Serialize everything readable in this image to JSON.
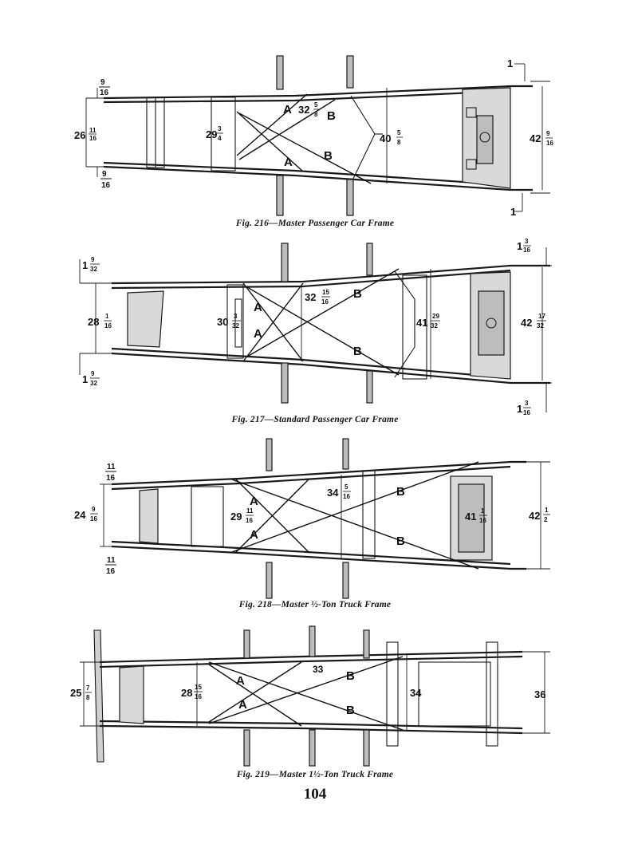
{
  "figures": [
    {
      "id": "fig216",
      "caption": "Fig. 216—Master Passenger Car Frame",
      "dims": {
        "top_offset": {
          "whole": "",
          "num": "9",
          "den": "16"
        },
        "bottom_offset": {
          "whole": "",
          "num": "9",
          "den": "16"
        },
        "front_width": {
          "whole": "26",
          "num": "11",
          "den": "16"
        },
        "mid1": {
          "whole": "29",
          "num": "3",
          "den": "4"
        },
        "mid2": {
          "whole": "32",
          "num": "5",
          "den": "8"
        },
        "mid3": {
          "whole": "40",
          "num": "5",
          "den": "8"
        },
        "rear_width": {
          "whole": "42",
          "num": "9",
          "den": "16"
        },
        "rear_top": {
          "whole": "1",
          "num": "",
          "den": ""
        },
        "rear_bottom": {
          "whole": "1",
          "num": "",
          "den": ""
        }
      },
      "letters": [
        "A",
        "A",
        "B",
        "B"
      ]
    },
    {
      "id": "fig217",
      "caption": "Fig. 217—Standard Passenger Car Frame",
      "dims": {
        "top_offset": {
          "whole": "1",
          "num": "9",
          "den": "32"
        },
        "bottom_offset": {
          "whole": "1",
          "num": "9",
          "den": "32"
        },
        "front_width": {
          "whole": "28",
          "num": "1",
          "den": "16"
        },
        "mid1": {
          "whole": "30",
          "num": "3",
          "den": "32"
        },
        "mid2": {
          "whole": "32",
          "num": "15",
          "den": "16"
        },
        "mid3": {
          "whole": "41",
          "num": "29",
          "den": "32"
        },
        "rear_width": {
          "whole": "42",
          "num": "17",
          "den": "32"
        },
        "rear_top": {
          "whole": "1",
          "num": "3",
          "den": "16"
        },
        "rear_bottom": {
          "whole": "1",
          "num": "3",
          "den": "16"
        }
      },
      "letters": [
        "A",
        "A",
        "B",
        "B"
      ]
    },
    {
      "id": "fig218",
      "caption": "Fig. 218—Master ½-Ton Truck Frame",
      "dims": {
        "top_offset": {
          "whole": "",
          "num": "11",
          "den": "16"
        },
        "bottom_offset": {
          "whole": "",
          "num": "11",
          "den": "16"
        },
        "front_width": {
          "whole": "24",
          "num": "9",
          "den": "16"
        },
        "mid1": {
          "whole": "29",
          "num": "11",
          "den": "16"
        },
        "mid2": {
          "whole": "34",
          "num": "5",
          "den": "16"
        },
        "mid3": {
          "whole": "41",
          "num": "1",
          "den": "16"
        },
        "rear_width": {
          "whole": "42",
          "num": "1",
          "den": "2"
        }
      },
      "letters": [
        "A",
        "A",
        "B",
        "B"
      ]
    },
    {
      "id": "fig219",
      "caption": "Fig. 219—Master 1½-Ton Truck Frame",
      "dims": {
        "front_width": {
          "whole": "25",
          "num": "7",
          "den": "8"
        },
        "mid1": {
          "whole": "28",
          "num": "15",
          "den": "16"
        },
        "mid2": {
          "whole": "33",
          "num": "",
          "den": ""
        },
        "mid3": {
          "whole": "34",
          "num": "",
          "den": ""
        },
        "rear_width": {
          "whole": "36",
          "num": "",
          "den": ""
        }
      },
      "letters": [
        "A",
        "A",
        "B",
        "B"
      ]
    }
  ],
  "page_number": "104"
}
